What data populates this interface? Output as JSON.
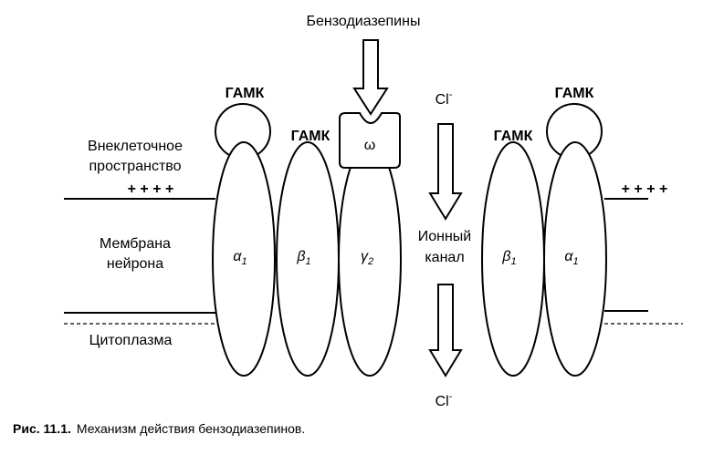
{
  "top_label": "Бензодиазепины",
  "gaba_label": "ГАМК",
  "chloride": {
    "symbol": "Cl",
    "charge": "-"
  },
  "omega": "ω",
  "left_labels": {
    "extracellular_1": "Внеклеточное",
    "extracellular_2": "пространство",
    "plus_left": "+ + + +",
    "membrane_1": "Мембрана",
    "membrane_2": "нейрона",
    "cytoplasm": "Цитоплазма"
  },
  "right_labels": {
    "plus_right": "+ + + +"
  },
  "channel": {
    "line1": "Ионный",
    "line2": "канал"
  },
  "subunits": {
    "alpha_left": {
      "letter": "α",
      "index": "1"
    },
    "beta_left": {
      "letter": "β",
      "index": "1"
    },
    "gamma": {
      "letter": "γ",
      "index": "2"
    },
    "beta_right": {
      "letter": "β",
      "index": "1"
    },
    "alpha_right": {
      "letter": "α",
      "index": "1"
    }
  },
  "caption": {
    "prefix": "Рис. 11.1.",
    "text": "Механизм действия бензодиазепинов."
  }
}
